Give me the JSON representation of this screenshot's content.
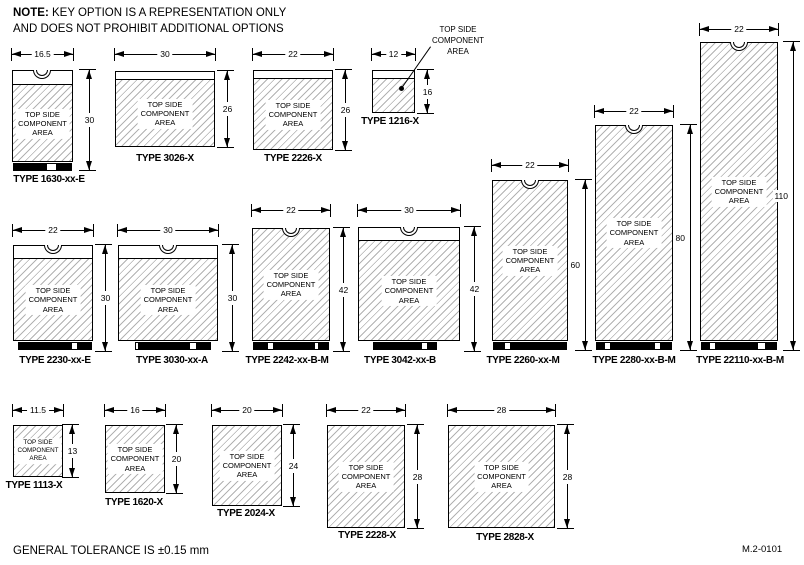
{
  "note": {
    "prefix": "NOTE:",
    "line1": " KEY OPTION IS A REPRESENTATION ONLY",
    "line2": "AND DOES NOT PROHIBIT ADDITIONAL OPTIONS"
  },
  "footer": {
    "tolerance": "GENERAL TOLERANCE IS ±0.15 mm",
    "doc_number": "M.2-0101"
  },
  "area_label": {
    "line1": "TOP SIDE",
    "line2": "COMPONENT",
    "line3": "AREA"
  },
  "callout": {
    "line1": "TOP SIDE",
    "line2": "COMPONENT",
    "line3": "AREA"
  },
  "modules": [
    {
      "id": "1630",
      "label": "TYPE 1630-xx-E",
      "width_mm": "16.5",
      "height_mm": "30",
      "key": "E"
    },
    {
      "id": "3026",
      "label": "TYPE 3026-X",
      "width_mm": "30",
      "height_mm": "26",
      "key": ""
    },
    {
      "id": "2226",
      "label": "TYPE 2226-X",
      "width_mm": "22",
      "height_mm": "26",
      "key": ""
    },
    {
      "id": "1216",
      "label": "TYPE 1216-X",
      "width_mm": "12",
      "height_mm": "16",
      "key": ""
    },
    {
      "id": "2260",
      "label": "TYPE 2260-xx-M",
      "width_mm": "22",
      "height_mm": "60",
      "key": "M"
    },
    {
      "id": "2280",
      "label": "TYPE 2280-xx-B-M",
      "width_mm": "22",
      "height_mm": "80",
      "key": "B-M"
    },
    {
      "id": "22110",
      "label": "TYPE 22110-xx-B-M",
      "width_mm": "22",
      "height_mm": "110",
      "key": "B-M"
    },
    {
      "id": "2230",
      "label": "TYPE 2230-xx-E",
      "width_mm": "22",
      "height_mm": "30",
      "key": "E"
    },
    {
      "id": "3030",
      "label": "TYPE 3030-xx-A",
      "width_mm": "30",
      "height_mm": "30",
      "key": "A"
    },
    {
      "id": "2242",
      "label": "TYPE 2242-xx-B-M",
      "width_mm": "22",
      "height_mm": "42",
      "key": "B-M"
    },
    {
      "id": "3042",
      "label": "TYPE 3042-xx-B",
      "width_mm": "30",
      "height_mm": "42",
      "key": "B"
    },
    {
      "id": "1113",
      "label": "TYPE 1113-X",
      "width_mm": "11.5",
      "height_mm": "13",
      "key": ""
    },
    {
      "id": "1620",
      "label": "TYPE 1620-X",
      "width_mm": "16",
      "height_mm": "20",
      "key": ""
    },
    {
      "id": "2024",
      "label": "TYPE 2024-X",
      "width_mm": "20",
      "height_mm": "24",
      "key": ""
    },
    {
      "id": "2228",
      "label": "TYPE 2228-X",
      "width_mm": "22",
      "height_mm": "28",
      "key": ""
    },
    {
      "id": "2828",
      "label": "TYPE 2828-X",
      "width_mm": "28",
      "height_mm": "28",
      "key": ""
    }
  ]
}
